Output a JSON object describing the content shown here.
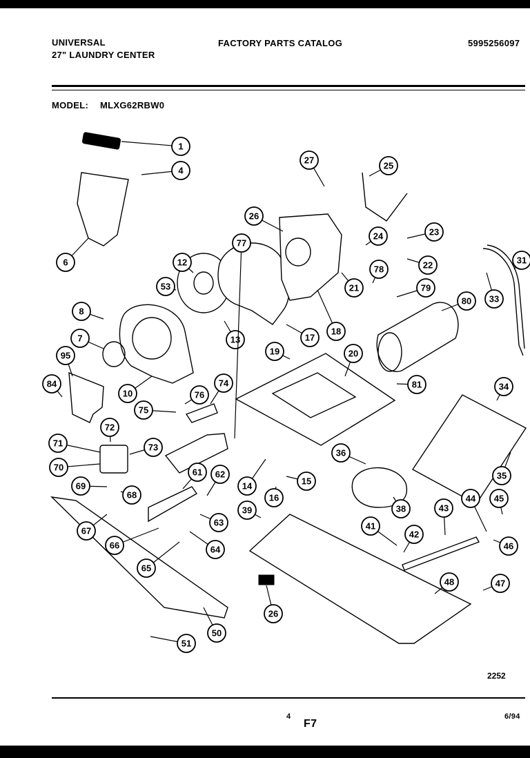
{
  "header": {
    "brand": "UNIVERSAL",
    "product": "27\" LAUNDRY CENTER",
    "catalog_title": "FACTORY PARTS CATALOG",
    "catalog_number": "5995256097",
    "model_label": "MODEL:",
    "model_number": "MLXG62RBW0"
  },
  "diagram": {
    "callouts": [
      "1",
      "4",
      "6",
      "27",
      "25",
      "26",
      "24",
      "23",
      "78",
      "22",
      "79",
      "80",
      "31",
      "33",
      "12",
      "53",
      "13",
      "17",
      "18",
      "21",
      "8",
      "7",
      "95",
      "10",
      "76",
      "74",
      "75",
      "84",
      "72",
      "71",
      "73",
      "70",
      "69",
      "68",
      "67",
      "66",
      "65",
      "61",
      "62",
      "63",
      "64",
      "50",
      "51",
      "19",
      "20",
      "81",
      "34",
      "35",
      "36",
      "38",
      "14",
      "15",
      "16",
      "77",
      "39",
      "26",
      "41",
      "42",
      "43",
      "44",
      "45",
      "46",
      "48",
      "47"
    ],
    "drawing_number": "2252"
  },
  "footer": {
    "page_number": "4",
    "section": "F7",
    "date": "6/94"
  }
}
